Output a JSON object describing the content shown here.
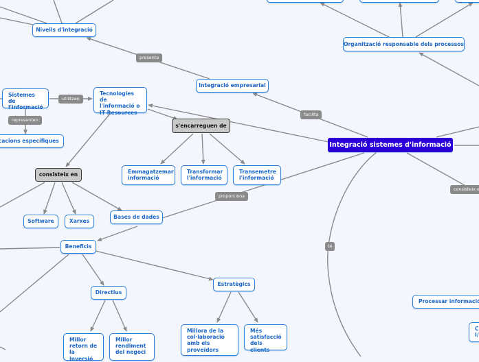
{
  "map": {
    "root": "Integració sistemes d'informació",
    "nodes": {
      "nivells": "Nivells d'integració",
      "organitzacio": "Organització responsable dels processos",
      "integracio_empresarial": "Integració empresarial",
      "sistemes": "Sistemes de l'informació",
      "tecnologies": "Tecnologies de l'informació o IT Resources",
      "aplicacions": "Aplicacions específiques",
      "encarreguen": "s'encarreguen de",
      "emmagatzemar": "Emmagatzemar informació",
      "transformar": "Transformar l'informació",
      "transmetre": "Transemetre l'informació",
      "consisteix": "consisteix en",
      "software": "Software",
      "xarxes": "Xarxes",
      "bases": "Bases de dades",
      "beneficis": "Beneficis",
      "directius": "Directius",
      "estrategics": "Estratègics",
      "millor_retorn": "Millor retorn de la inversió",
      "millor_rendiment": "Millor rendiment del negoci",
      "millora_collaboracio": "Millora de la col·laboració amb els proveïdors",
      "mes_satisfaccio": "Més satisfacció dels clients",
      "processar": "Processar informació e",
      "co": "Co I/"
    },
    "labels": {
      "presenta": "presenta",
      "utilitzen": "utilitzen",
      "representen": "representen",
      "facilita": "facilita",
      "proporciona": "proporciona",
      "te": "té",
      "consisteix_right": "consisteix e"
    },
    "colors": {
      "root": "#2b00d6",
      "node_border": "#2b7fd6",
      "node_text": "#1a66c7",
      "edge": "#8a8a8a",
      "label_bg": "#8a8a8a",
      "connector_bg": "#c8c8c8",
      "background": "#f3f6fd"
    }
  }
}
